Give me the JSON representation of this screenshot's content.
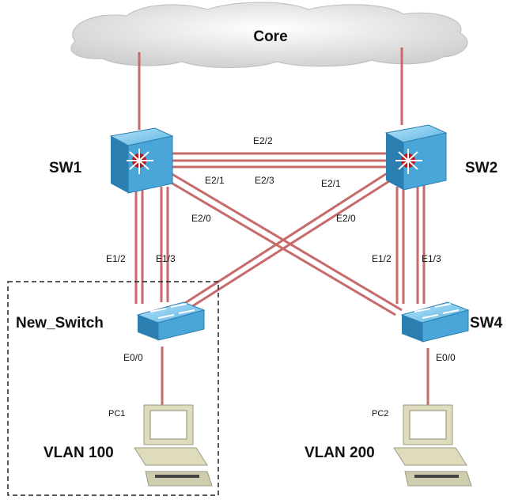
{
  "cloud": {
    "label": "Core"
  },
  "devices": {
    "sw1": {
      "label": "SW1"
    },
    "sw2": {
      "label": "SW2"
    },
    "new_switch": {
      "label": "New_Switch"
    },
    "sw4": {
      "label": "SW4"
    },
    "pc1": {
      "label": "PC1",
      "vlan": "VLAN 100"
    },
    "pc2": {
      "label": "PC2",
      "vlan": "VLAN 200"
    }
  },
  "ports": {
    "sw1_sw2_top": "E2/2",
    "sw1_e2_1": "E2/1",
    "sw2_e2_3": "E2/3",
    "sw2_e2_1": "E2/1",
    "sw1_e2_0": "E2/0",
    "sw2_e2_0": "E2/0",
    "sw1_e1_2": "E1/2",
    "sw1_e1_3": "E1/3",
    "sw2_e1_2": "E1/2",
    "sw2_e1_3": "E1/3",
    "new_switch_e0_0": "E0/0",
    "sw4_e0_0": "E0/0"
  },
  "colors": {
    "link": "#c66a6a",
    "switch": "#4aa6d8",
    "switch_dark": "#2b7fb0",
    "router_core": "#c0141c",
    "pc": "#dedcbd"
  }
}
